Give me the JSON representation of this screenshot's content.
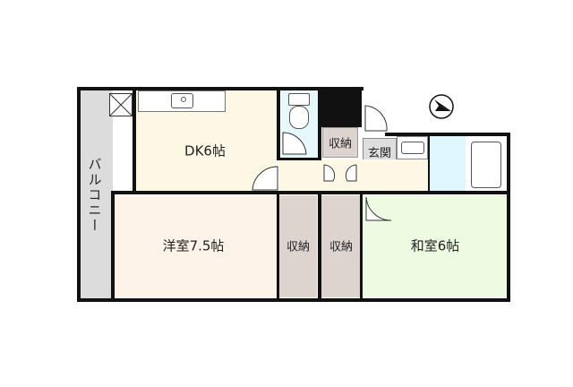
{
  "floorplan": {
    "rooms": {
      "balcony": {
        "label": "バルコニー",
        "color": "#dcdcdc"
      },
      "dk": {
        "label": "DK6帖",
        "color": "#fdf8e6"
      },
      "western_room": {
        "label": "洋室7.5帖",
        "color": "#fdf3e8"
      },
      "japanese_room": {
        "label": "和室6帖",
        "color": "#eefbe3"
      },
      "storage_1": {
        "label": "収納",
        "color": "#ddd3cf"
      },
      "storage_2": {
        "label": "収納",
        "color": "#ddd3cf"
      },
      "storage_3": {
        "label": "収納",
        "color": "#ddd3cf"
      },
      "entrance": {
        "label": "玄関",
        "color": "#dedede"
      },
      "toilet": {
        "color": "#e6f8fc"
      },
      "washroom": {
        "color": "#e0f6fd"
      },
      "bath": {
        "color": "#ffffff"
      },
      "hallway": {
        "color": "#fdf8e6"
      }
    },
    "compass": {
      "icon": "north-arrow-icon"
    }
  }
}
